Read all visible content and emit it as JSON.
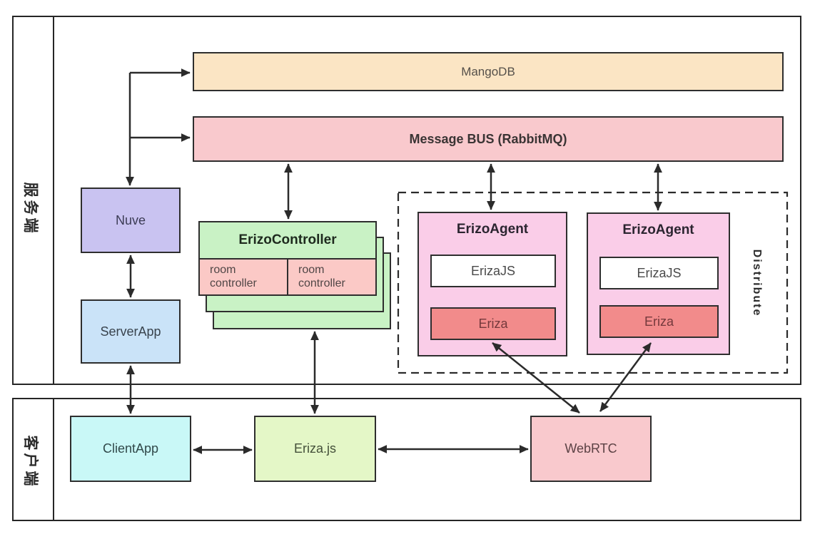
{
  "sections": {
    "server": {
      "label": "服务端"
    },
    "client": {
      "label": "客户端"
    }
  },
  "nodes": {
    "mangodb": {
      "label": "MangoDB"
    },
    "message_bus": {
      "label": "Message BUS (RabbitMQ)"
    },
    "nuve": {
      "label": "Nuve"
    },
    "server_app": {
      "label": "ServerApp"
    },
    "erizo_controller": {
      "label": "ErizoController",
      "room_controllers": [
        "room controller",
        "room controller"
      ]
    },
    "erizo_agent_1": {
      "label": "ErizoAgent",
      "erizajs": "ErizaJS",
      "eriza": "Eriza"
    },
    "erizo_agent_2": {
      "label": "ErizoAgent",
      "erizajs": "ErizaJS",
      "eriza": "Eriza"
    },
    "distribute": {
      "label": "Distribute"
    },
    "client_app": {
      "label": "ClientApp"
    },
    "eriza_js": {
      "label": "Eriza.js"
    },
    "webrtc": {
      "label": "WebRTC"
    }
  },
  "colors": {
    "mangodb": "#FBE5C4",
    "message_bus": "#F9C9CD",
    "nuve": "#C9C3F1",
    "server_app": "#CAE3F8",
    "erizo_controller": "#C9F2C5",
    "room_controller": "#FBC9C6",
    "erizo_agent": "#FACDE8",
    "erizajs": "#FFFFFF",
    "eriza": "#F28B8B",
    "client_app": "#C9F8F7",
    "eriza_js": "#E4F7C7",
    "webrtc": "#F9C9CD",
    "arrow": "#2B2B2B",
    "border": "#2E2E2E"
  }
}
